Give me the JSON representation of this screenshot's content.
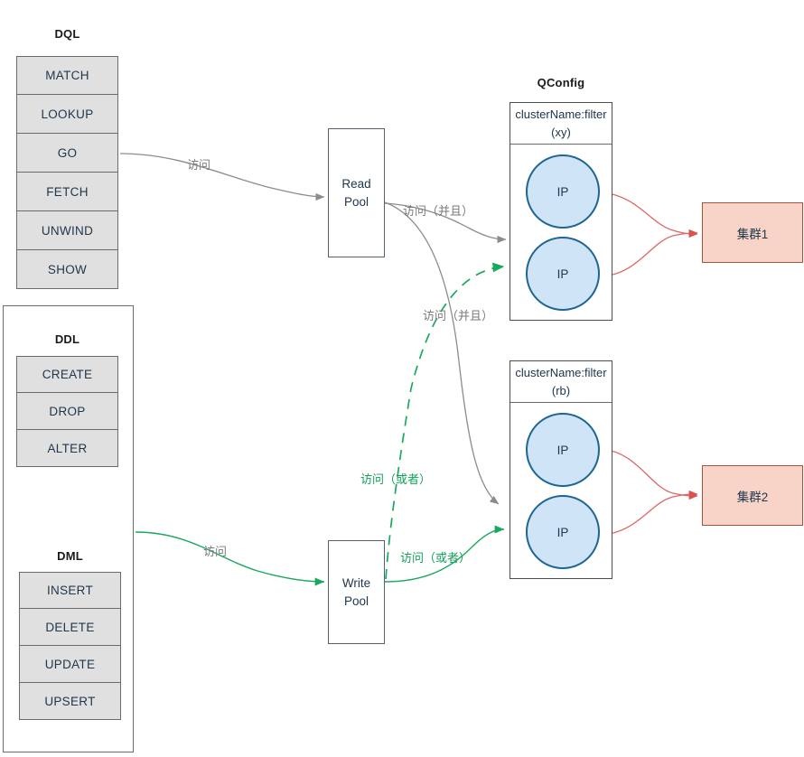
{
  "diagram": {
    "title": "NebulaGraph read/write routing diagram",
    "colors": {
      "gray_edge": "#8c8c8c",
      "green_edge": "#19a85f",
      "red_edge": "#e06666",
      "cell_fill": "#e0e0e0",
      "cell_border": "#6b6b6b",
      "ip_fill": "#cfe4f7",
      "ip_border": "#1d6593",
      "cluster_fill": "#f8d3c8",
      "cluster_border": "#a4543a",
      "label_gray": "#7a7a7a",
      "label_green": "#15a05a"
    }
  },
  "groups": {
    "dql": {
      "title": "DQL",
      "items": [
        "MATCH",
        "LOOKUP",
        "GO",
        "FETCH",
        "UNWIND",
        "SHOW"
      ]
    },
    "ddl": {
      "title": "DDL",
      "items": [
        "CREATE",
        "DROP",
        "ALTER"
      ]
    },
    "dml": {
      "title": "DML",
      "items": [
        "INSERT",
        "DELETE",
        "UPDATE",
        "UPSERT"
      ]
    }
  },
  "pools": {
    "read": {
      "line1": "Read",
      "line2": "Pool"
    },
    "write": {
      "line1": "Write",
      "line2": "Pool"
    }
  },
  "qconfig": {
    "title": "QConfig",
    "blocks": [
      {
        "header_line1": "clusterName:filter",
        "header_line2": "(xy)",
        "nodes": [
          "IP",
          "IP"
        ]
      },
      {
        "header_line1": "clusterName:filter",
        "header_line2": "(rb)",
        "nodes": [
          "IP",
          "IP"
        ]
      }
    ]
  },
  "clusters": [
    {
      "label": "集群1"
    },
    {
      "label": "集群2"
    }
  ],
  "edge_labels": [
    {
      "id": "dql-to-read",
      "text": "访问",
      "color": "gray"
    },
    {
      "id": "read-to-xy-top",
      "text": "访问（并且）",
      "color": "gray"
    },
    {
      "id": "read-to-rb",
      "text": "访问（并且）",
      "color": "gray"
    },
    {
      "id": "write-to-xy",
      "text": "访问（或者）",
      "color": "green"
    },
    {
      "id": "dml-to-write",
      "text": "访问",
      "color": "gray"
    },
    {
      "id": "write-to-rb",
      "text": "访问（或者）",
      "color": "green"
    }
  ]
}
